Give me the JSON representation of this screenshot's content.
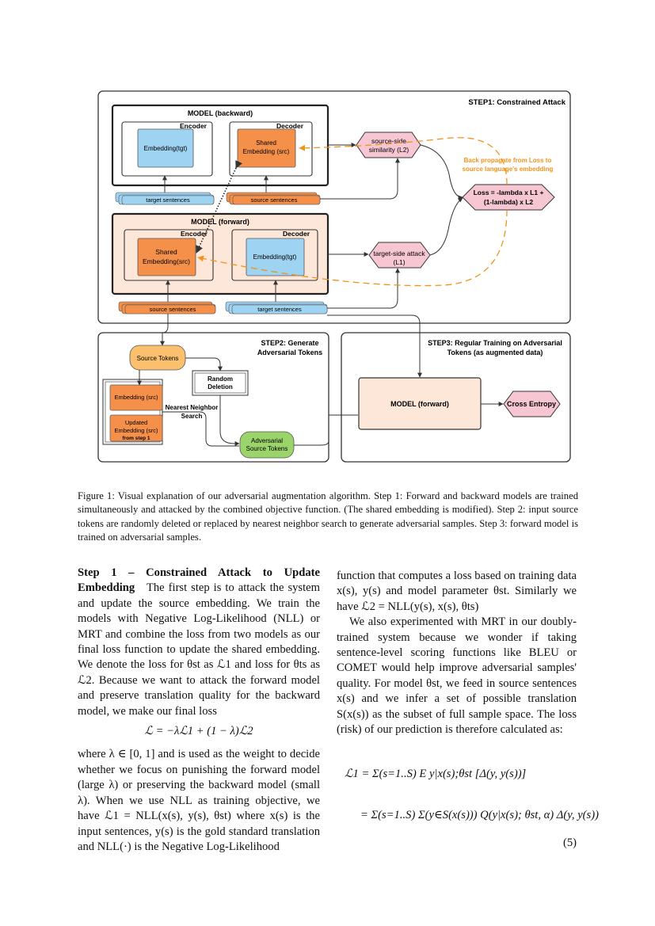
{
  "figure": {
    "step1_title": "STEP1: Constrained Attack",
    "step2_title_line1": "STEP2: Generate",
    "step2_title_line2": "Adversarial Tokens",
    "step3_title_line1": "STEP3: Regular Training on Adversarial",
    "step3_title_line2": "Tokens (as augmented data)",
    "model_backward": "MODEL (backward)",
    "model_forward": "MODEL (forward)",
    "encoder": "Encoder",
    "decoder": "Decoder",
    "embedding_tgt": "Embedding(tgt)",
    "shared_src_line1": "Shared",
    "shared_src_line2": "Embedding (src)",
    "shared_src2_line2": "Embedding(src)",
    "target_sentences": "target sentences",
    "source_sentences": "source sentences",
    "similarity_line1": "source-side",
    "similarity_line2": "similarity (L2)",
    "attack_line1": "target-side attack",
    "attack_line2": "(L1)",
    "backprop_line1": "Back propagate from Loss to",
    "backprop_line2": "source language's embedding",
    "loss_line1": "Loss = -lambda x L1 +",
    "loss_line2": "(1-lambda) x L2",
    "source_tokens": "Source Tokens",
    "random_line1": "Random",
    "random_line2": "Deletion",
    "embedding_src": "Embedding (src)",
    "updated_line1": "Updated",
    "updated_line2": "Embedding (src)",
    "updated_line3": "from step 1",
    "nn_line1": "Nearest Neighbor",
    "nn_line2": "Search",
    "adv_line1": "Adversarial",
    "adv_line2": "Source Tokens",
    "cross_entropy": "Cross Entropy",
    "colors": {
      "orange": "#f4904a",
      "blue": "#9fd3f2",
      "pink": "#f7c6d3",
      "peach": "#fde7d8",
      "green": "#9bd46b",
      "dash": "#f0931e"
    }
  },
  "caption": {
    "text": "Figure 1: Visual explanation of our adversarial augmentation algorithm. Step 1: Forward and backward models are trained simultaneously and attacked by the combined objective function. (The shared embedding is modified). Step 2: input source tokens are randomly deleted or replaced by nearest neighbor search to generate adversarial samples. Step 3: forward model is trained on adversarial samples."
  },
  "left_col": {
    "heading": "Step 1 – Constrained Attack to Update Embedding",
    "p1": "The first step is to attack the system and update the source embedding. We train the models with Negative Log-Likelihood (NLL) or MRT and combine the loss from two models as our final loss function to update the shared embedding. We denote the loss for θst as ℒ1 and loss for θts as ℒ2. Because we want to attack the forward model and preserve translation quality for the backward model, we make our final loss",
    "equation": "ℒ = −λℒ1 + (1 − λ)ℒ2",
    "p2": "where λ ∈ [0, 1] and is used as the weight to decide whether we focus on punishing the forward model (large λ) or preserving the backward model (small λ). When we use NLL as training objective, we have ℒ1 = NLL(x(s), y(s), θst) where x(s) is the input sentences, y(s) is the gold standard translation and NLL(·) is the Negative Log-Likelihood"
  },
  "right_col": {
    "p1": "function that computes a loss based on training data x(s), y(s) and model parameter θst. Similarly we have ℒ2 = NLL(y(s), x(s), θts)",
    "p2": "We also experimented with MRT in our doubly-trained system because we wonder if taking sentence-level scoring functions like BLEU or COMET would help improve adversarial samples' quality. For model θst, we feed in source sentences x(s) and we infer a set of possible translation S(x(s)) as the subset of full sample space. The loss (risk) of our prediction is therefore calculated as:",
    "eq_line1": "ℒ1 = Σ(s=1..S) E y|x(s);θst [Δ(y, y(s))]",
    "eq_line2": "= Σ(s=1..S) Σ(y∈S(x(s))) Q(y|x(s); θst, α) Δ(y, y(s))",
    "eq_number": "(5)"
  }
}
